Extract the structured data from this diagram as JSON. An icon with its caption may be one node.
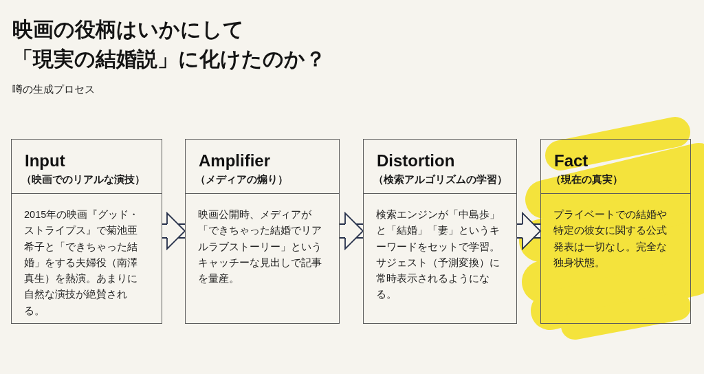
{
  "diagram": {
    "title": "映画の役柄はいかにして「現実の結婚説」に化けたのか？",
    "nodes": [
      {
        "text": [
          "Input",
          "（映画でのリアルな演技）",
          "2015年の映画『グッド・ストライプス』で菊池亜希子と「できちゃった結婚」をする夫婦役（南澤真生）を熱演。あまりに自然な演技が絶賛される。"
        ]
      },
      {
        "text": [
          "Amplifier",
          "（メディアの煽り）",
          "映画公開時、メディアが「できちゃった結婚でリアルラブストーリー」というキャッチーな見出しで記事を量産。"
        ]
      },
      {
        "text": [
          "Distortion",
          "（検索アルゴリズムの学習）",
          "検索エンジンが「中島歩」と「結婚」「妻」というキーワードをセットで学習。サジェスト（予測変換）に常時表示されるようになる。"
        ]
      },
      {
        "text": [
          "Fact",
          "（現在の真実）",
          "プライベートでの結婚や特定の彼女に関する公式発表は一切なし。完全な独身状態。"
        ]
      }
    ],
    "edges": [
      {
        "from": 0,
        "to": 1,
        "arrow": "to"
      },
      {
        "from": 1,
        "to": 2,
        "arrow": "to"
      },
      {
        "from": 2,
        "to": 3,
        "arrow": "to"
      }
    ],
    "labels": [
      "噂の生成プロセス"
    ]
  }
}
